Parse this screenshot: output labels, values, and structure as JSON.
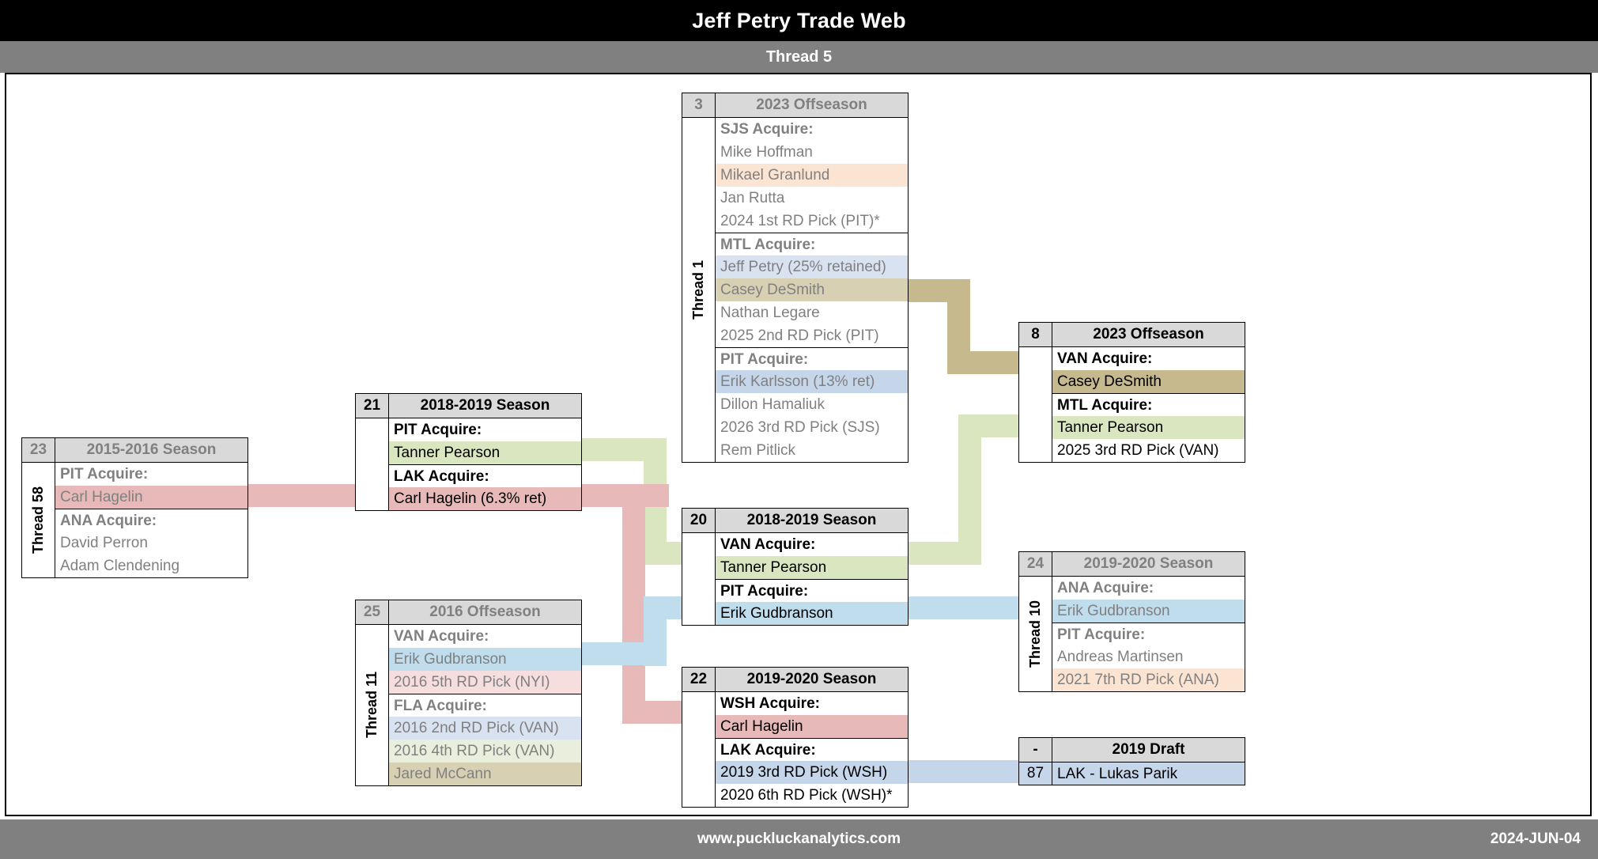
{
  "header": {
    "title": "Jeff Petry Trade Web",
    "thread_label": "Thread 5"
  },
  "footer": {
    "site": "www.puckluckanalytics.com",
    "date": "2024-JUN-04"
  },
  "colors": {
    "title_bg": "#000000",
    "thread_bg": "#808080",
    "header_cell_bg": "#d9d9d9",
    "green": "#d9e6bf",
    "green_faded": "#e9efdc",
    "pink": "#e8b9b9",
    "pink_faded": "#f5dedd",
    "blue": "#bfdded",
    "blue_light": "#c5d6ea",
    "blue_faded": "#d9e2f0",
    "tan": "#c6b98e",
    "tan_faded": "#d8d0b2",
    "peach": "#fce4d3",
    "faded_text": "#808080",
    "solid_text": "#000000"
  },
  "cards": [
    {
      "id": "card-3",
      "index": "3",
      "title": "2023 Offseason",
      "thread": "Thread 1",
      "faded": true,
      "groups": [
        {
          "heading": "SJS Acquire:",
          "items": [
            {
              "text": "Mike Hoffman",
              "hl": "none"
            },
            {
              "text": "Mikael Granlund",
              "hl": "peach"
            },
            {
              "text": "Jan Rutta",
              "hl": "none"
            },
            {
              "text": "2024 1st RD Pick (PIT)*",
              "hl": "none"
            }
          ]
        },
        {
          "heading": "MTL Acquire:",
          "items": [
            {
              "text": "Jeff Petry (25% retained)",
              "hl": "blue_faded"
            },
            {
              "text": "Casey DeSmith",
              "hl": "tan_faded"
            },
            {
              "text": "Nathan Legare",
              "hl": "none"
            },
            {
              "text": "2025 2nd RD Pick (PIT)",
              "hl": "none"
            }
          ]
        },
        {
          "heading": "PIT Acquire:",
          "items": [
            {
              "text": "Erik Karlsson (13% ret)",
              "hl": "blue_light"
            },
            {
              "text": "Dillon Hamaliuk",
              "hl": "none"
            },
            {
              "text": "2026 3rd RD Pick (SJS)",
              "hl": "none"
            },
            {
              "text": "Rem Pitlick",
              "hl": "none"
            }
          ]
        }
      ]
    },
    {
      "id": "card-8",
      "index": "8",
      "title": "2023 Offseason",
      "thread": "",
      "faded": false,
      "groups": [
        {
          "heading": "VAN Acquire:",
          "items": [
            {
              "text": "Casey DeSmith",
              "hl": "tan"
            }
          ]
        },
        {
          "heading": "MTL Acquire:",
          "items": [
            {
              "text": "Tanner Pearson",
              "hl": "green"
            },
            {
              "text": "2025 3rd RD Pick (VAN)",
              "hl": "none"
            }
          ]
        }
      ]
    },
    {
      "id": "card-21",
      "index": "21",
      "title": "2018-2019 Season",
      "thread": "",
      "faded": false,
      "groups": [
        {
          "heading": "PIT Acquire:",
          "items": [
            {
              "text": "Tanner Pearson",
              "hl": "green"
            }
          ]
        },
        {
          "heading": "LAK Acquire:",
          "items": [
            {
              "text": "Carl Hagelin (6.3% ret)",
              "hl": "pink"
            }
          ]
        }
      ]
    },
    {
      "id": "card-23",
      "index": "23",
      "title": "2015-2016 Season",
      "thread": "Thread 58",
      "faded": true,
      "groups": [
        {
          "heading": "PIT Acquire:",
          "items": [
            {
              "text": "Carl Hagelin",
              "hl": "pink"
            }
          ]
        },
        {
          "heading": "ANA Acquire:",
          "items": [
            {
              "text": "David Perron",
              "hl": "none"
            },
            {
              "text": "Adam Clendening",
              "hl": "none"
            }
          ]
        }
      ]
    },
    {
      "id": "card-20",
      "index": "20",
      "title": "2018-2019 Season",
      "thread": "",
      "faded": false,
      "groups": [
        {
          "heading": "VAN Acquire:",
          "items": [
            {
              "text": "Tanner Pearson",
              "hl": "green"
            }
          ]
        },
        {
          "heading": "PIT Acquire:",
          "items": [
            {
              "text": "Erik Gudbranson",
              "hl": "blue"
            }
          ]
        }
      ]
    },
    {
      "id": "card-25",
      "index": "25",
      "title": "2016 Offseason",
      "thread": "Thread 11",
      "faded": true,
      "groups": [
        {
          "heading": "VAN Acquire:",
          "items": [
            {
              "text": "Erik Gudbranson",
              "hl": "blue"
            },
            {
              "text": "2016 5th RD Pick (NYI)",
              "hl": "pink_faded"
            }
          ]
        },
        {
          "heading": "FLA Acquire:",
          "items": [
            {
              "text": "2016 2nd RD Pick (VAN)",
              "hl": "blue_faded"
            },
            {
              "text": "2016 4th RD Pick (VAN)",
              "hl": "green_faded"
            },
            {
              "text": "Jared McCann",
              "hl": "tan_faded"
            }
          ]
        }
      ]
    },
    {
      "id": "card-24",
      "index": "24",
      "title": "2019-2020 Season",
      "thread": "Thread 10",
      "faded": true,
      "groups": [
        {
          "heading": "ANA Acquire:",
          "items": [
            {
              "text": "Erik Gudbranson",
              "hl": "blue"
            }
          ]
        },
        {
          "heading": "PIT Acquire:",
          "items": [
            {
              "text": "Andreas Martinsen",
              "hl": "none"
            },
            {
              "text": "2021 7th RD Pick (ANA)",
              "hl": "peach"
            }
          ]
        }
      ]
    },
    {
      "id": "card-22",
      "index": "22",
      "title": "2019-2020 Season",
      "thread": "",
      "faded": false,
      "groups": [
        {
          "heading": "WSH Acquire:",
          "items": [
            {
              "text": "Carl Hagelin",
              "hl": "pink"
            }
          ]
        },
        {
          "heading": "LAK Acquire:",
          "items": [
            {
              "text": "2019 3rd RD Pick (WSH)",
              "hl": "blue_light"
            },
            {
              "text": "2020 6th RD Pick (WSH)*",
              "hl": "none"
            }
          ]
        }
      ]
    }
  ],
  "draft_card": {
    "id": "card-draft",
    "index": "-",
    "title": "2019 Draft",
    "pick_number": "87",
    "pick_text": "LAK - Lukas Parik",
    "hl": "blue_light"
  },
  "ribbons": [
    {
      "name": "ribbon-casey-desmith-tan",
      "color": "tan"
    },
    {
      "name": "ribbon-tanner-pearson-green",
      "color": "green"
    },
    {
      "name": "ribbon-carl-hagelin-pink",
      "color": "pink"
    },
    {
      "name": "ribbon-erik-gudbranson-blue",
      "color": "blue"
    },
    {
      "name": "ribbon-draft-pick-blue",
      "color": "blue_light"
    }
  ]
}
